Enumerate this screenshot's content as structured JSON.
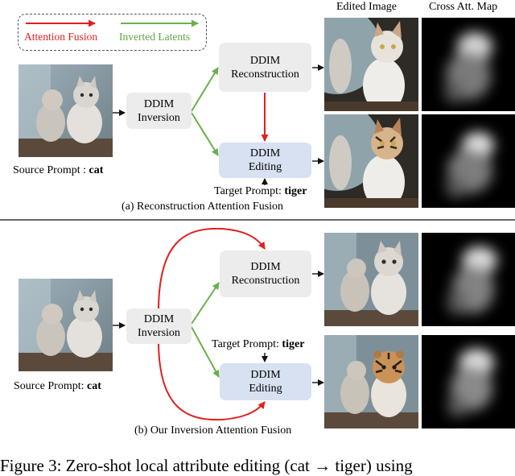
{
  "legend": {
    "attention_fusion": "Attention Fusion",
    "inverted_latents": "Inverted Latents",
    "red": "#e02020",
    "green": "#6ab04c"
  },
  "headers": {
    "edited_image": "Edited Image",
    "cross_att_map": "Cross Att. Map"
  },
  "panel_a": {
    "source_prompt_label": "Source Prompt : ",
    "source_prompt_word": "cat",
    "inversion_line1": "DDIM",
    "inversion_line2": "Inversion",
    "reconstruction_line1": "DDIM",
    "reconstruction_line2": "Reconstruction",
    "editing_line1": "DDIM",
    "editing_line2": "Editing",
    "target_prompt_label": "Target Prompt: ",
    "target_prompt_word": "tiger",
    "caption": "(a) Reconstruction Attention Fusion"
  },
  "panel_b": {
    "source_prompt_label": "Source Prompt: ",
    "source_prompt_word": "cat",
    "inversion_line1": "DDIM",
    "inversion_line2": "Inversion",
    "reconstruction_line1": "DDIM",
    "reconstruction_line2": "Reconstruction",
    "editing_line1": "DDIM",
    "editing_line2": "Editing",
    "target_prompt_label": "Target Prompt: ",
    "target_prompt_word": "tiger",
    "caption": "(b) Our Inversion Attention Fusion"
  },
  "footer_text": "Figure 3: Zero-shot local attribute editing (cat → tiger) using"
}
